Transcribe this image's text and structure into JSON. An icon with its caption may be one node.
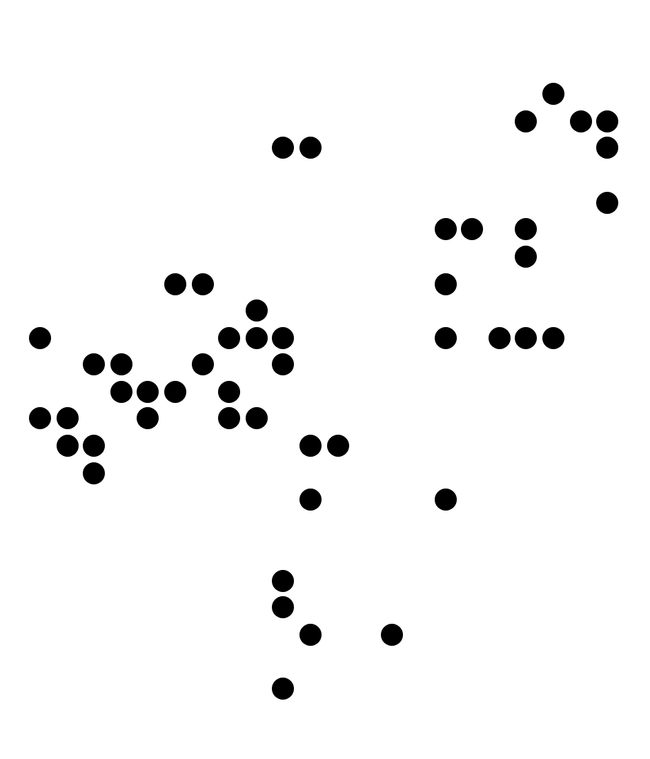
{
  "diagram": {
    "nodes": [
      {
        "text": [],
        "shape": "circle"
      },
      {
        "text": [],
        "shape": "circle"
      },
      {
        "text": [],
        "shape": "circle"
      },
      {
        "text": [],
        "shape": "circle"
      },
      {
        "text": [],
        "shape": "circle"
      },
      {
        "text": [],
        "shape": "circle"
      },
      {
        "text": [],
        "shape": "circle"
      },
      {
        "text": [],
        "shape": "circle"
      },
      {
        "text": [],
        "shape": "circle"
      },
      {
        "text": [],
        "shape": "circle"
      },
      {
        "text": [],
        "shape": "circle"
      },
      {
        "text": [],
        "shape": "circle"
      },
      {
        "text": [],
        "shape": "circle"
      },
      {
        "text": [],
        "shape": "circle"
      },
      {
        "text": [],
        "shape": "circle"
      },
      {
        "text": [],
        "shape": "circle"
      },
      {
        "text": [],
        "shape": "circle"
      },
      {
        "text": [],
        "shape": "circle"
      },
      {
        "text": [],
        "shape": "circle"
      },
      {
        "text": [],
        "shape": "circle"
      },
      {
        "text": [],
        "shape": "circle"
      },
      {
        "text": [],
        "shape": "circle"
      },
      {
        "text": [],
        "shape": "circle"
      },
      {
        "text": [],
        "shape": "circle"
      },
      {
        "text": [],
        "shape": "circle"
      },
      {
        "text": [],
        "shape": "circle"
      },
      {
        "text": [],
        "shape": "circle"
      },
      {
        "text": [],
        "shape": "circle"
      },
      {
        "text": [],
        "shape": "circle"
      },
      {
        "text": [],
        "shape": "circle"
      },
      {
        "text": [],
        "shape": "circle"
      },
      {
        "text": [],
        "shape": "circle"
      },
      {
        "text": [],
        "shape": "circle"
      },
      {
        "text": [],
        "shape": "circle"
      },
      {
        "text": [],
        "shape": "circle"
      },
      {
        "text": [],
        "shape": "circle"
      },
      {
        "text": [],
        "shape": "circle"
      },
      {
        "text": [],
        "shape": "circle"
      },
      {
        "text": [],
        "shape": "circle"
      },
      {
        "text": [],
        "shape": "circle"
      },
      {
        "text": [],
        "shape": "circle"
      },
      {
        "text": [],
        "shape": "circle"
      },
      {
        "text": [],
        "shape": "circle"
      },
      {
        "text": [],
        "shape": "circle"
      },
      {
        "text": [],
        "shape": "circle"
      },
      {
        "text": [],
        "shape": "circle"
      },
      {
        "text": [],
        "shape": "circle"
      },
      {
        "text": [],
        "shape": "circle"
      },
      {
        "text": [],
        "shape": "circle"
      }
    ]
  }
}
